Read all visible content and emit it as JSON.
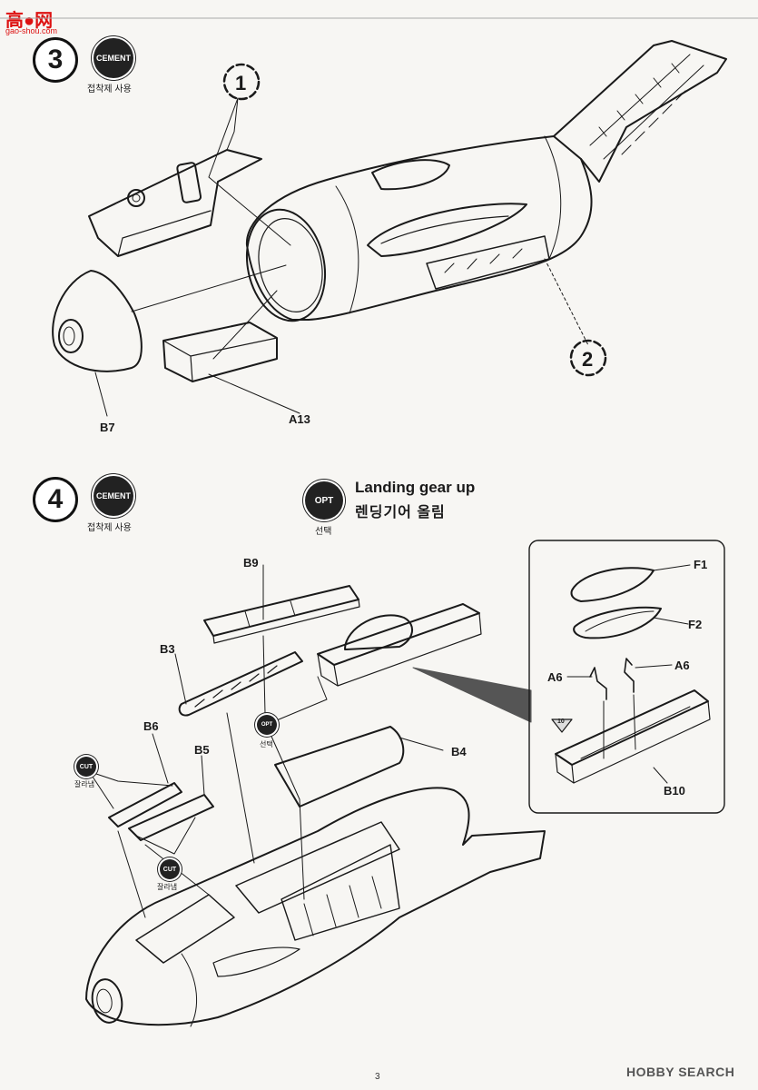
{
  "watermark": {
    "main": "高●网",
    "sub": "gao-shou.com"
  },
  "step3": {
    "number": "3",
    "cement_badge": "CEMENT",
    "cement_note": "접착제 사용",
    "callouts": {
      "c1": "1",
      "c2": "2"
    },
    "parts": {
      "b7": "B7",
      "a13": "A13"
    }
  },
  "step4": {
    "number": "4",
    "cement_badge": "CEMENT",
    "cement_note": "접착제 사용",
    "title_en": "Landing gear up",
    "title_ko": "렌딩기어 올림",
    "opt_badge": "OPT",
    "opt_note": "선택",
    "parts": {
      "b9": "B9",
      "b3": "B3",
      "b6": "B6",
      "b5": "B5",
      "b4": "B4",
      "f1": "F1",
      "f2": "F2",
      "a6_left": "A6",
      "a6_right": "A6",
      "b10": "B10"
    },
    "cut_badge": "CUT",
    "cut_note": "잘라냄",
    "opt_small_badge": "OPT",
    "opt_small_note": "선택",
    "triangle_mark": "10"
  },
  "footer": {
    "page_number": "3",
    "brand": "HOBBY SEARCH"
  }
}
